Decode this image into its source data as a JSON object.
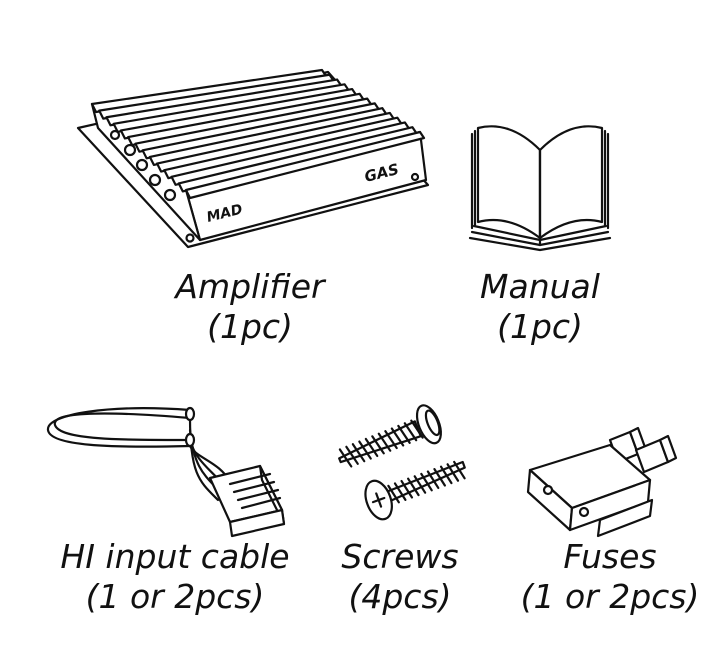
{
  "items": [
    {
      "id": "amplifier",
      "name": "Amplifier",
      "qty": "(1pc)",
      "icon": "amplifier-icon",
      "brand_left": "MAD",
      "brand_right": "GAS"
    },
    {
      "id": "manual",
      "name": "Manual",
      "qty": "(1pc)",
      "icon": "book-icon"
    },
    {
      "id": "cable",
      "name": "HI input cable",
      "qty": "(1 or 2pcs)",
      "icon": "cable-icon"
    },
    {
      "id": "screws",
      "name": "Screws",
      "qty": "(4pcs)",
      "icon": "screw-icon"
    },
    {
      "id": "fuses",
      "name": "Fuses",
      "qty": "(1 or 2pcs)",
      "icon": "fuse-icon"
    }
  ]
}
